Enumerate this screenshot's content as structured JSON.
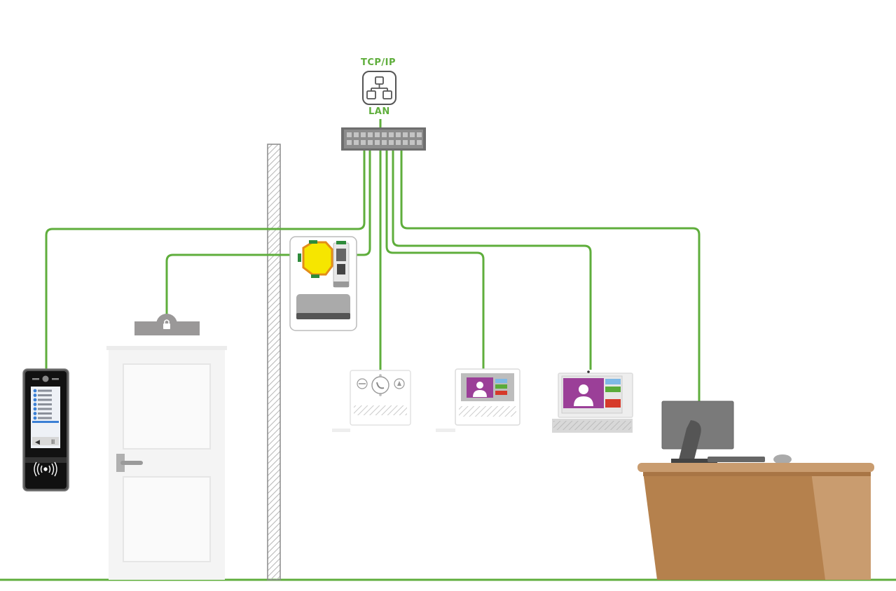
{
  "labels": {
    "protocol": "TCP/IP",
    "network": "LAN"
  },
  "icons": {
    "network": "network-topology-icon",
    "lock": "lock-icon",
    "nfc": "nfc-wave-icon",
    "bell": "bell-icon",
    "key": "key-icon",
    "handset": "handset-icon",
    "person": "person-silhouette-icon"
  },
  "devices": [
    {
      "name": "door-entry-panel"
    },
    {
      "name": "electric-lock"
    },
    {
      "name": "power-supply-cabinet"
    },
    {
      "name": "audio-intercom"
    },
    {
      "name": "video-monitor-small"
    },
    {
      "name": "video-monitor-touch"
    },
    {
      "name": "pc-workstation"
    }
  ],
  "colors": {
    "cable": "#5fae3c",
    "label": "#5fae3c",
    "wall": "#9a9a9a",
    "desk": "#b5814d",
    "desk_side": "#c99c6f",
    "monitor": "#7a7a7a",
    "screen_purple": "#9b3f98",
    "ground": "#5fae3c"
  }
}
